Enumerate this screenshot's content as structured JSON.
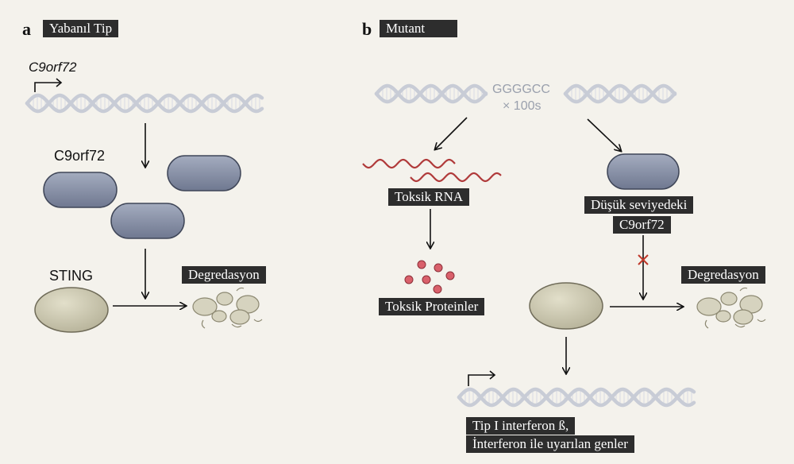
{
  "panel_a": {
    "letter": "a",
    "title": "Yabanıl Tip",
    "gene_label": "C9orf72",
    "protein_label": "C9orf72",
    "sting_label": "STING",
    "degradation_label": "Degredasyon"
  },
  "panel_b": {
    "letter": "b",
    "title": "Mutant",
    "repeat_seq": "GGGGCC",
    "repeat_count": "× 100s",
    "toxic_rna_label": "Toksik RNA",
    "toxic_proteins_label": "Toksik Proteinler",
    "low_level_line1": "Düşük seviyedeki",
    "low_level_line2": "C9orf72",
    "degradation_label": "Degredasyon",
    "ifn_line1": "Tip I interferon ß,",
    "ifn_line2": "İnterferon ile uyarılan genler"
  },
  "colors": {
    "background": "#f4f2ec",
    "dna": "#c8ccd6",
    "protein": "#8a93a8",
    "sting": "#cfcbb5",
    "rna": "#b03a3a",
    "toxic_protein": "#d9606b",
    "block_cross": "#c0392b",
    "label_box": "#2d2d2d"
  },
  "icons": [
    "dna-helix-icon",
    "promoter-arrow-icon",
    "protein-capsule-icon",
    "sting-blob-icon",
    "degraded-fragments-icon",
    "rna-wave-icon",
    "toxic-protein-dots-icon",
    "block-cross-icon"
  ]
}
